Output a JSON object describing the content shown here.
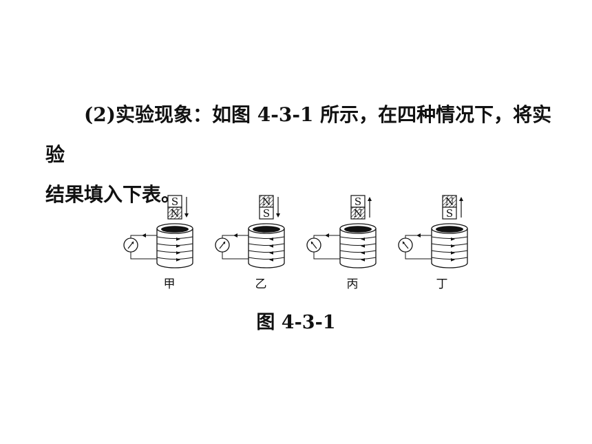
{
  "paragraph": {
    "line1": "(2)实验现象：如图 4-3-1 所示，在四种情况下，将实验",
    "line2": "结果填入下表。"
  },
  "figure": {
    "panels": [
      {
        "label": "甲",
        "magnet_top": "S",
        "magnet_bottom": "N",
        "motion": "down",
        "shaded_pole": "N"
      },
      {
        "label": "乙",
        "magnet_top": "N",
        "magnet_bottom": "S",
        "motion": "down",
        "shaded_pole": "N"
      },
      {
        "label": "丙",
        "magnet_top": "S",
        "magnet_bottom": "N",
        "motion": "up",
        "shaded_pole": "N"
      },
      {
        "label": "丁",
        "magnet_top": "N",
        "magnet_bottom": "S",
        "motion": "up",
        "shaded_pole": "N"
      }
    ],
    "caption": "图 4-3-1"
  }
}
